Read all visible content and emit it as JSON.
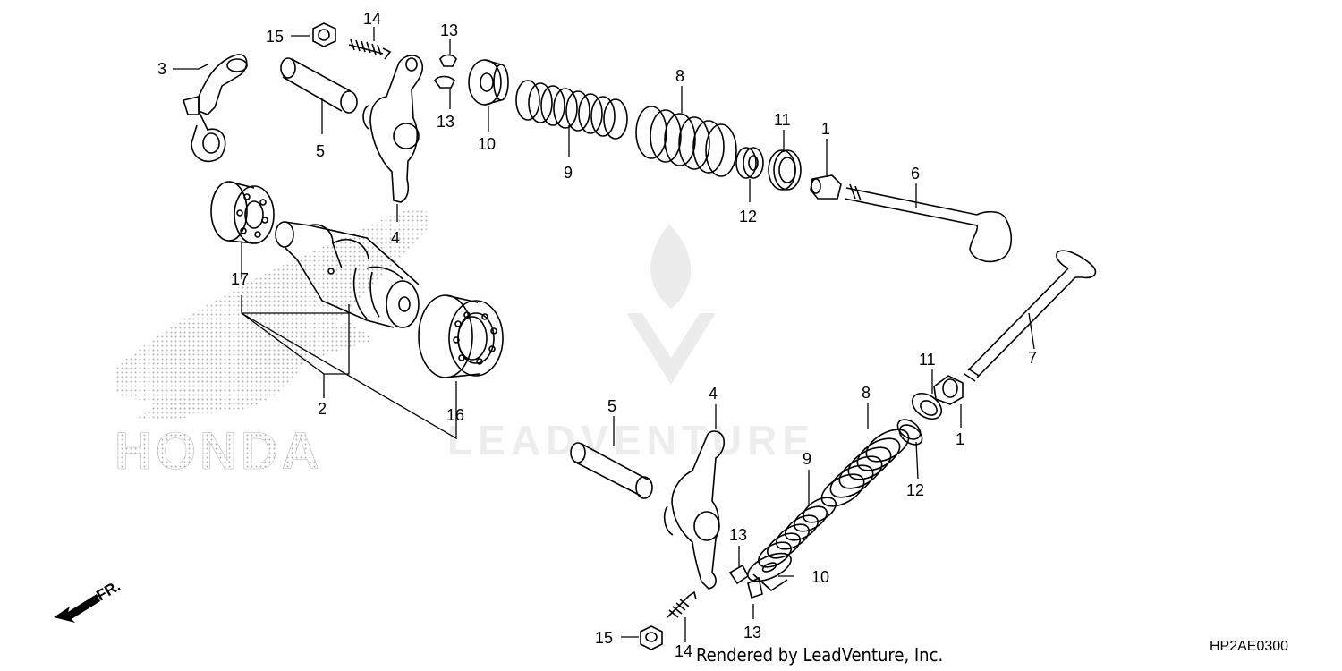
{
  "diagram": {
    "code": "HP2AE0300",
    "credit": "Rendered by LeadVenture, Inc.",
    "direction_label": "FR.",
    "colors": {
      "line": "#000000",
      "background": "#ffffff",
      "watermark": "#e8e8e8",
      "stipple": "#b8b8b8"
    }
  },
  "watermarks": {
    "brand": "HONDA",
    "vendor": "LEADVENTURE"
  },
  "callouts": {
    "c1a": "1",
    "c1b": "1",
    "c2": "2",
    "c3": "3",
    "c4a": "4",
    "c4b": "4",
    "c5a": "5",
    "c5b": "5",
    "c6": "6",
    "c7": "7",
    "c8a": "8",
    "c8b": "8",
    "c9a": "9",
    "c9b": "9",
    "c10a": "10",
    "c10b": "10",
    "c11a": "11",
    "c11b": "11",
    "c12a": "12",
    "c12b": "12",
    "c13a": "13",
    "c13b": "13",
    "c13c": "13",
    "c13d": "13",
    "c14a": "14",
    "c14b": "14",
    "c15a": "15",
    "c15b": "15",
    "c16": "16",
    "c17": "17"
  }
}
